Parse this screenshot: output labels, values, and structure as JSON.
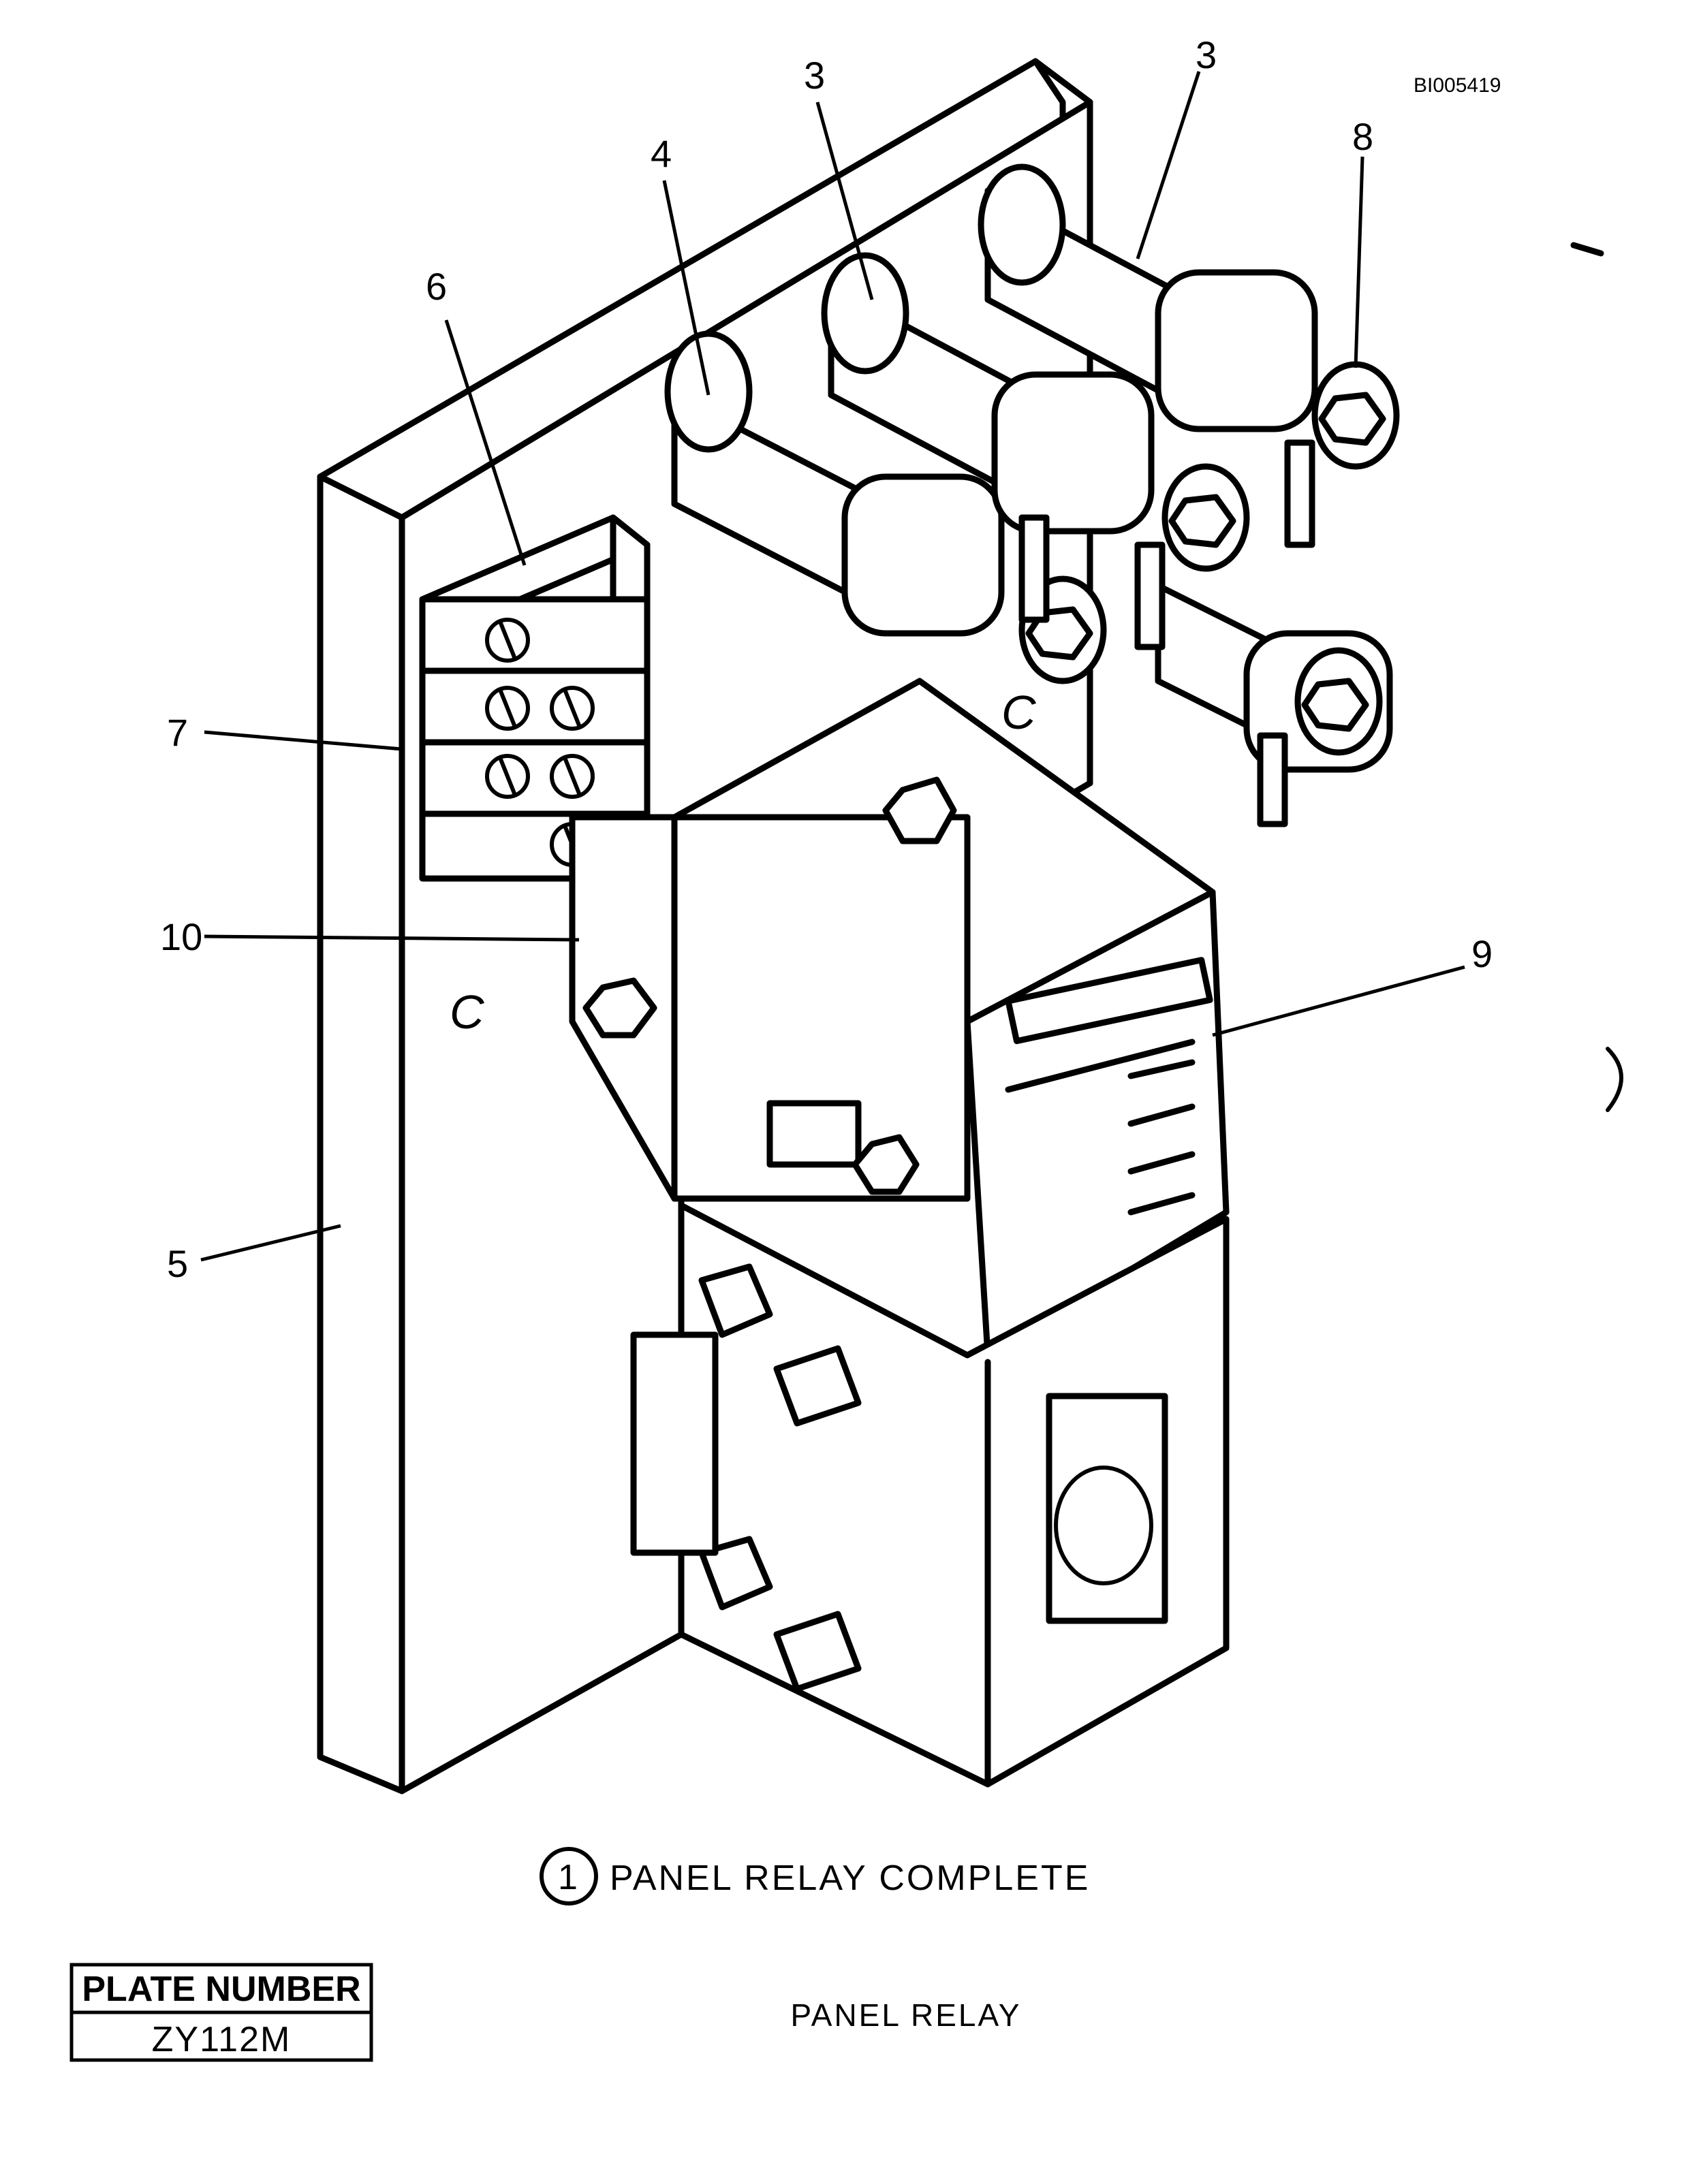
{
  "document_id": "BI005419",
  "callouts": [
    "3",
    "3",
    "4",
    "8",
    "6",
    "7",
    "10",
    "9",
    "5"
  ],
  "figure": {
    "item_number": "1",
    "caption": "PANEL RELAY COMPLETE"
  },
  "plate": {
    "label": "PLATE NUMBER",
    "number": "ZY112M"
  },
  "subtitle": "PANEL RELAY"
}
